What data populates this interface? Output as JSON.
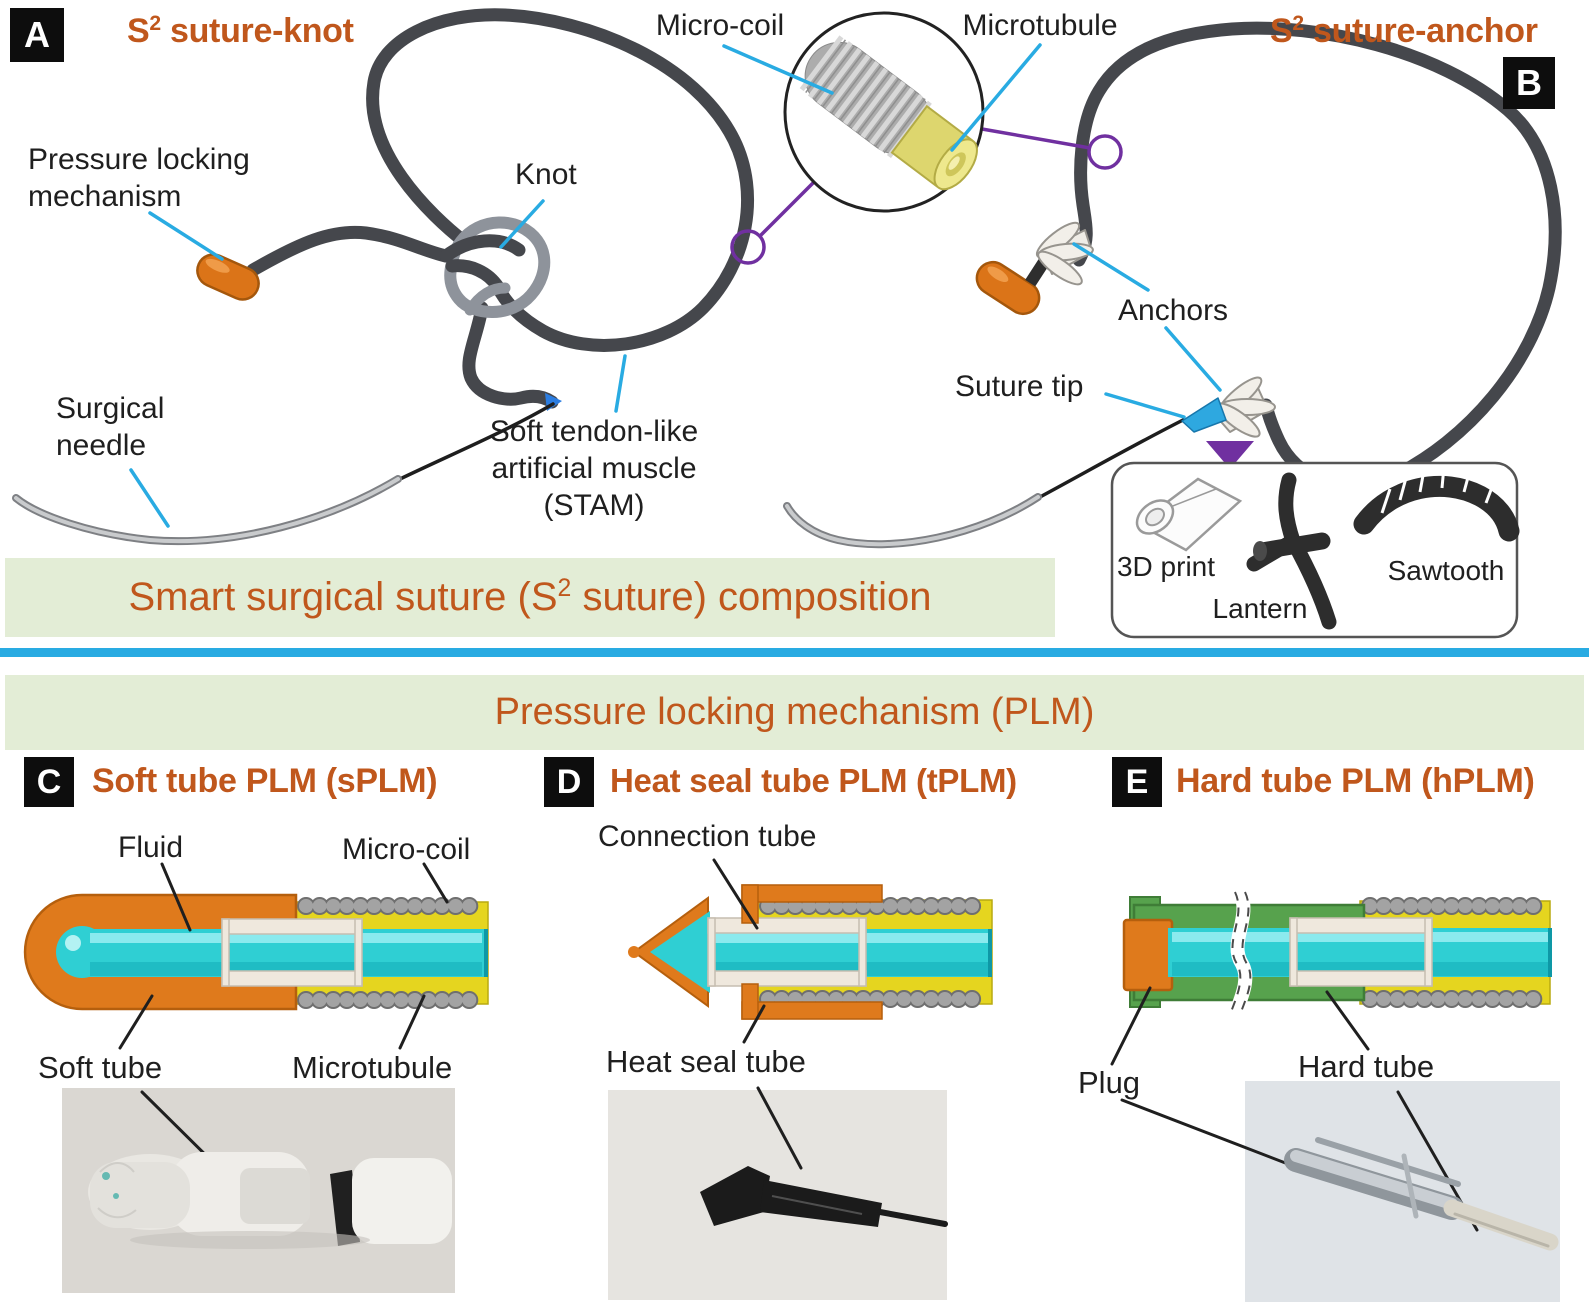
{
  "colors": {
    "accent_orange_text": "#C0571C",
    "banner_green": "#E3EDD6",
    "divider_blue": "#29ABE2",
    "pointer_cyan": "#29ABE2",
    "pointer_purple": "#7030A0",
    "tube_orange": "#DF7A1C",
    "fluid_cyan": "#2FCFD3",
    "microtubule_yellow": "#E5D51F",
    "coil_gray": "#A3A3A3",
    "hard_tube_green": "#57A24D"
  },
  "top": {
    "panel_a": {
      "letter": "A",
      "title": {
        "pre": "S",
        "sup": "2",
        "post": " suture-knot"
      },
      "labels": {
        "plm_line1": "Pressure locking",
        "plm_line2": "mechanism",
        "knot": "Knot",
        "needle_line1": "Surgical",
        "needle_line2": "needle",
        "stam_line1": "Soft tendon-like",
        "stam_line2": "artificial muscle",
        "stam_line3": "(STAM)"
      }
    },
    "inset": {
      "micro_coil": "Micro-coil",
      "microtubule": "Microtubule"
    },
    "panel_b": {
      "letter": "B",
      "title": {
        "pre": "S",
        "sup": "2",
        "post": " suture-anchor"
      },
      "labels": {
        "anchors": "Anchors",
        "suture_tip": "Suture tip"
      },
      "anchor_types": [
        "3D print",
        "Lantern",
        "Sawtooth"
      ]
    },
    "banner": {
      "pre": "Smart surgical suture (S",
      "sup": "2",
      "post": " suture) composition"
    }
  },
  "bottom": {
    "banner": "Pressure locking mechanism (PLM)",
    "panel_c": {
      "letter": "C",
      "title": "Soft tube PLM (sPLM)",
      "labels": {
        "fluid": "Fluid",
        "micro_coil": "Micro-coil",
        "soft_tube": "Soft tube",
        "microtubule": "Microtubule"
      }
    },
    "panel_d": {
      "letter": "D",
      "title": "Heat seal tube PLM (tPLM)",
      "labels": {
        "connection_tube": "Connection tube",
        "heat_seal_tube": "Heat seal tube"
      }
    },
    "panel_e": {
      "letter": "E",
      "title": "Hard tube PLM (hPLM)",
      "labels": {
        "plug": "Plug",
        "hard_tube": "Hard tube"
      }
    }
  }
}
